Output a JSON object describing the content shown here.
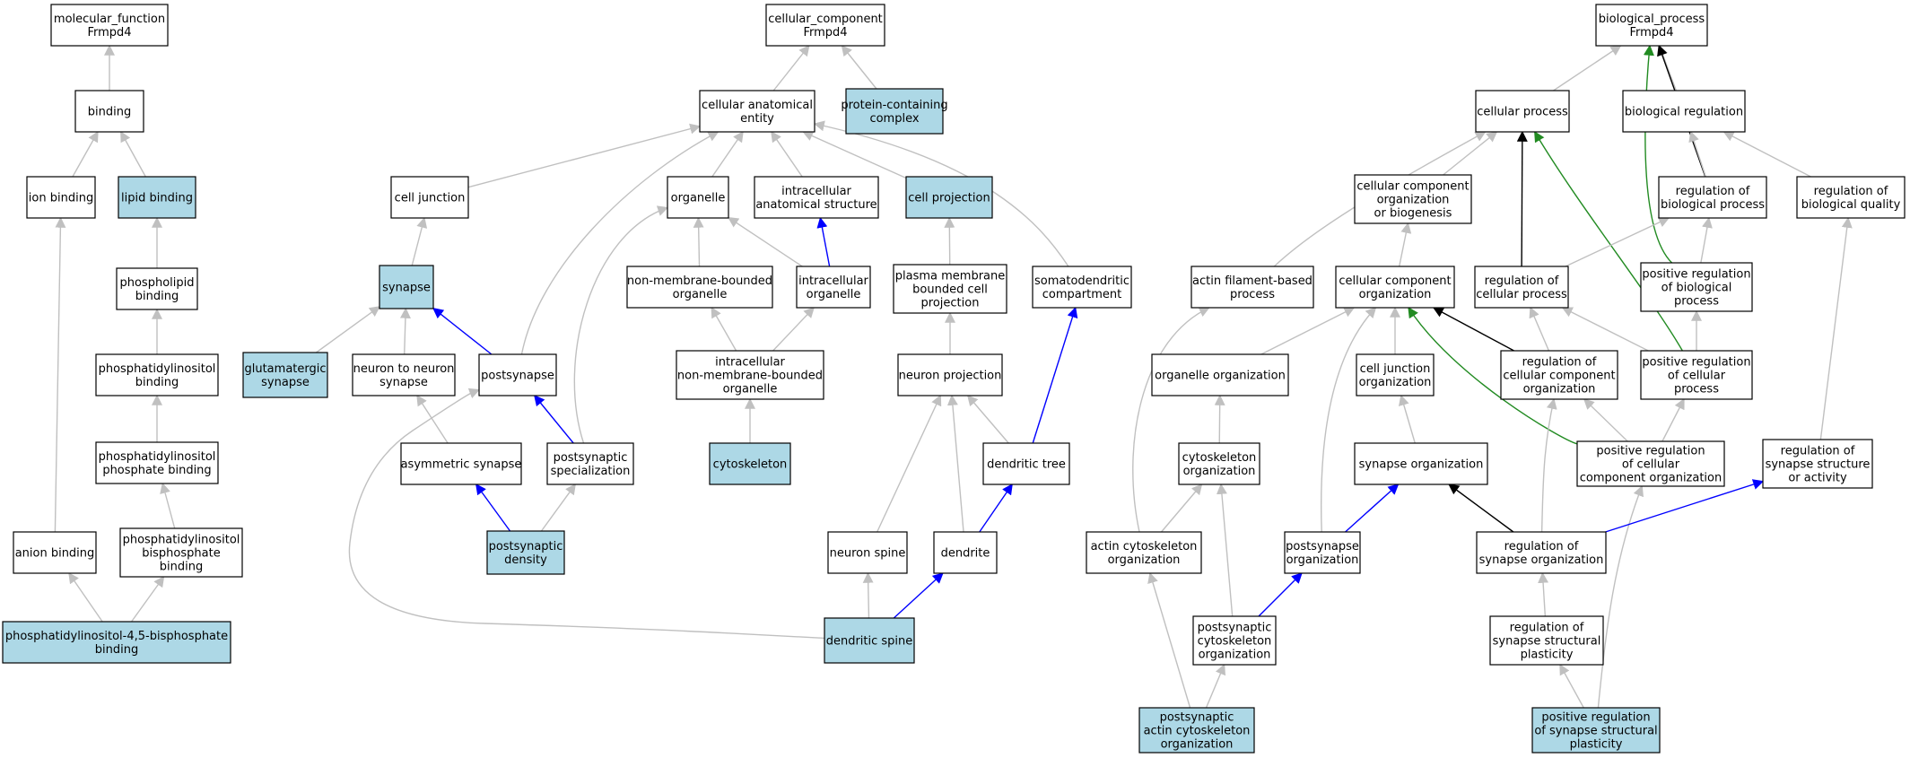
{
  "colors": {
    "highlight": "#add8e6",
    "plain": "#ffffff",
    "is_a": "#c0c0c0",
    "part_of": "#0000ff",
    "regulates": "#000000",
    "positively_regulates": "#228b22"
  },
  "nodes": [
    {
      "id": "mf",
      "lines": [
        "molecular_function",
        "Frmpd4"
      ],
      "hl": false
    },
    {
      "id": "binding",
      "lines": [
        "binding"
      ],
      "hl": false
    },
    {
      "id": "ion_binding",
      "lines": [
        "ion binding"
      ],
      "hl": false
    },
    {
      "id": "lipid_binding",
      "lines": [
        "lipid binding"
      ],
      "hl": true
    },
    {
      "id": "phospholipid_binding",
      "lines": [
        "phospholipid",
        "binding"
      ],
      "hl": false
    },
    {
      "id": "pi_binding",
      "lines": [
        "phosphatidylinositol",
        "binding"
      ],
      "hl": false
    },
    {
      "id": "pip_binding",
      "lines": [
        "phosphatidylinositol",
        "phosphate binding"
      ],
      "hl": false
    },
    {
      "id": "pibp_binding",
      "lines": [
        "phosphatidylinositol",
        "bisphosphate",
        "binding"
      ],
      "hl": false
    },
    {
      "id": "anion_binding",
      "lines": [
        "anion binding"
      ],
      "hl": false
    },
    {
      "id": "pi45bp_binding",
      "lines": [
        "phosphatidylinositol-4,5-bisphosphate",
        "binding"
      ],
      "hl": true
    },
    {
      "id": "cc",
      "lines": [
        "cellular_component",
        "Frmpd4"
      ],
      "hl": false
    },
    {
      "id": "cae",
      "lines": [
        "cellular anatomical",
        "entity"
      ],
      "hl": false
    },
    {
      "id": "pcc",
      "lines": [
        "protein-containing",
        "complex"
      ],
      "hl": true
    },
    {
      "id": "cell_junction",
      "lines": [
        "cell junction"
      ],
      "hl": false
    },
    {
      "id": "organelle",
      "lines": [
        "organelle"
      ],
      "hl": false
    },
    {
      "id": "ias",
      "lines": [
        "intracellular",
        "anatomical structure"
      ],
      "hl": false
    },
    {
      "id": "cell_projection",
      "lines": [
        "cell projection"
      ],
      "hl": true
    },
    {
      "id": "synapse",
      "lines": [
        "synapse"
      ],
      "hl": true
    },
    {
      "id": "nmbo",
      "lines": [
        "non-membrane-bounded",
        "organelle"
      ],
      "hl": false
    },
    {
      "id": "intra_org",
      "lines": [
        "intracellular",
        "organelle"
      ],
      "hl": false
    },
    {
      "id": "pmbcp",
      "lines": [
        "plasma membrane",
        "bounded cell",
        "projection"
      ],
      "hl": false
    },
    {
      "id": "somato",
      "lines": [
        "somatodendritic",
        "compartment"
      ],
      "hl": false
    },
    {
      "id": "glut_syn",
      "lines": [
        "glutamatergic",
        "synapse"
      ],
      "hl": true
    },
    {
      "id": "n2n_syn",
      "lines": [
        "neuron to neuron",
        "synapse"
      ],
      "hl": false
    },
    {
      "id": "postsynapse",
      "lines": [
        "postsynapse"
      ],
      "hl": false
    },
    {
      "id": "inmbo",
      "lines": [
        "intracellular",
        "non-membrane-bounded",
        "organelle"
      ],
      "hl": false
    },
    {
      "id": "neuron_proj",
      "lines": [
        "neuron projection"
      ],
      "hl": false
    },
    {
      "id": "asym_syn",
      "lines": [
        "asymmetric synapse"
      ],
      "hl": false
    },
    {
      "id": "ps_spec",
      "lines": [
        "postsynaptic",
        "specialization"
      ],
      "hl": false
    },
    {
      "id": "cytoskeleton",
      "lines": [
        "cytoskeleton"
      ],
      "hl": true
    },
    {
      "id": "dend_tree",
      "lines": [
        "dendritic tree"
      ],
      "hl": false
    },
    {
      "id": "psd",
      "lines": [
        "postsynaptic",
        "density"
      ],
      "hl": true
    },
    {
      "id": "neuron_spine",
      "lines": [
        "neuron spine"
      ],
      "hl": false
    },
    {
      "id": "dendrite",
      "lines": [
        "dendrite"
      ],
      "hl": false
    },
    {
      "id": "dend_spine",
      "lines": [
        "dendritic spine"
      ],
      "hl": true
    },
    {
      "id": "bp",
      "lines": [
        "biological_process",
        "Frmpd4"
      ],
      "hl": false
    },
    {
      "id": "cell_proc",
      "lines": [
        "cellular process"
      ],
      "hl": false
    },
    {
      "id": "bio_reg",
      "lines": [
        "biological regulation"
      ],
      "hl": false
    },
    {
      "id": "ccob",
      "lines": [
        "cellular component",
        "organization",
        "or biogenesis"
      ],
      "hl": false
    },
    {
      "id": "reg_bp",
      "lines": [
        "regulation of",
        "biological process"
      ],
      "hl": false
    },
    {
      "id": "reg_bq",
      "lines": [
        "regulation of",
        "biological quality"
      ],
      "hl": false
    },
    {
      "id": "afbp",
      "lines": [
        "actin filament-based",
        "process"
      ],
      "hl": false
    },
    {
      "id": "cco",
      "lines": [
        "cellular component",
        "organization"
      ],
      "hl": false
    },
    {
      "id": "reg_cp",
      "lines": [
        "regulation of",
        "cellular process"
      ],
      "hl": false
    },
    {
      "id": "pos_reg_bp",
      "lines": [
        "positive regulation",
        "of biological",
        "process"
      ],
      "hl": false
    },
    {
      "id": "org_org",
      "lines": [
        "organelle organization"
      ],
      "hl": false
    },
    {
      "id": "cj_org",
      "lines": [
        "cell junction",
        "organization"
      ],
      "hl": false
    },
    {
      "id": "reg_cco",
      "lines": [
        "regulation of",
        "cellular component",
        "organization"
      ],
      "hl": false
    },
    {
      "id": "pos_reg_cp",
      "lines": [
        "positive regulation",
        "of cellular",
        "process"
      ],
      "hl": false
    },
    {
      "id": "cs_org",
      "lines": [
        "cytoskeleton",
        "organization"
      ],
      "hl": false
    },
    {
      "id": "syn_org",
      "lines": [
        "synapse organization"
      ],
      "hl": false
    },
    {
      "id": "pos_reg_cco",
      "lines": [
        "positive regulation",
        "of cellular",
        "component organization"
      ],
      "hl": false
    },
    {
      "id": "reg_ssa",
      "lines": [
        "regulation of",
        "synapse structure",
        "or activity"
      ],
      "hl": false
    },
    {
      "id": "acs_org",
      "lines": [
        "actin cytoskeleton",
        "organization"
      ],
      "hl": false
    },
    {
      "id": "ps_org",
      "lines": [
        "postsynapse",
        "organization"
      ],
      "hl": false
    },
    {
      "id": "reg_so",
      "lines": [
        "regulation of",
        "synapse organization"
      ],
      "hl": false
    },
    {
      "id": "pscs_org",
      "lines": [
        "postsynaptic",
        "cytoskeleton",
        "organization"
      ],
      "hl": false
    },
    {
      "id": "reg_ssp",
      "lines": [
        "regulation of",
        "synapse structural",
        "plasticity"
      ],
      "hl": false
    },
    {
      "id": "psacs_org",
      "lines": [
        "postsynaptic",
        "actin cytoskeleton",
        "organization"
      ],
      "hl": true
    },
    {
      "id": "pos_reg_ssp",
      "lines": [
        "positive regulation",
        "of synapse structural",
        "plasticity"
      ],
      "hl": true
    }
  ],
  "edges": [
    {
      "from": "binding",
      "to": "mf",
      "rel": "is_a"
    },
    {
      "from": "ion_binding",
      "to": "binding",
      "rel": "is_a"
    },
    {
      "from": "lipid_binding",
      "to": "binding",
      "rel": "is_a"
    },
    {
      "from": "phospholipid_binding",
      "to": "lipid_binding",
      "rel": "is_a"
    },
    {
      "from": "pi_binding",
      "to": "phospholipid_binding",
      "rel": "is_a"
    },
    {
      "from": "pip_binding",
      "to": "pi_binding",
      "rel": "is_a"
    },
    {
      "from": "pibp_binding",
      "to": "pip_binding",
      "rel": "is_a"
    },
    {
      "from": "anion_binding",
      "to": "ion_binding",
      "rel": "is_a"
    },
    {
      "from": "pi45bp_binding",
      "to": "anion_binding",
      "rel": "is_a"
    },
    {
      "from": "pi45bp_binding",
      "to": "pibp_binding",
      "rel": "is_a"
    },
    {
      "from": "cae",
      "to": "cc",
      "rel": "is_a"
    },
    {
      "from": "pcc",
      "to": "cc",
      "rel": "is_a"
    },
    {
      "from": "cell_junction",
      "to": "cae",
      "rel": "is_a"
    },
    {
      "from": "organelle",
      "to": "cae",
      "rel": "is_a"
    },
    {
      "from": "ias",
      "to": "cae",
      "rel": "is_a"
    },
    {
      "from": "cell_projection",
      "to": "cae",
      "rel": "is_a"
    },
    {
      "from": "somato",
      "to": "cae",
      "rel": "is_a"
    },
    {
      "from": "postsynapse",
      "to": "cae",
      "rel": "is_a"
    },
    {
      "from": "synapse",
      "to": "cell_junction",
      "rel": "is_a"
    },
    {
      "from": "nmbo",
      "to": "organelle",
      "rel": "is_a"
    },
    {
      "from": "intra_org",
      "to": "organelle",
      "rel": "is_a"
    },
    {
      "from": "ps_spec",
      "to": "organelle",
      "rel": "is_a"
    },
    {
      "from": "intra_org",
      "to": "ias",
      "rel": "part_of"
    },
    {
      "from": "pmbcp",
      "to": "cell_projection",
      "rel": "is_a"
    },
    {
      "from": "glut_syn",
      "to": "synapse",
      "rel": "is_a"
    },
    {
      "from": "n2n_syn",
      "to": "synapse",
      "rel": "is_a"
    },
    {
      "from": "postsynapse",
      "to": "synapse",
      "rel": "part_of"
    },
    {
      "from": "inmbo",
      "to": "nmbo",
      "rel": "is_a"
    },
    {
      "from": "inmbo",
      "to": "intra_org",
      "rel": "is_a"
    },
    {
      "from": "neuron_proj",
      "to": "pmbcp",
      "rel": "is_a"
    },
    {
      "from": "asym_syn",
      "to": "n2n_syn",
      "rel": "is_a"
    },
    {
      "from": "ps_spec",
      "to": "postsynapse",
      "rel": "part_of"
    },
    {
      "from": "cytoskeleton",
      "to": "inmbo",
      "rel": "is_a"
    },
    {
      "from": "dend_tree",
      "to": "somato",
      "rel": "part_of"
    },
    {
      "from": "dend_tree",
      "to": "neuron_proj",
      "rel": "is_a"
    },
    {
      "from": "psd",
      "to": "asym_syn",
      "rel": "part_of"
    },
    {
      "from": "psd",
      "to": "ps_spec",
      "rel": "is_a"
    },
    {
      "from": "neuron_spine",
      "to": "neuron_proj",
      "rel": "is_a"
    },
    {
      "from": "dendrite",
      "to": "neuron_proj",
      "rel": "is_a"
    },
    {
      "from": "dendrite",
      "to": "dend_tree",
      "rel": "part_of"
    },
    {
      "from": "dend_spine",
      "to": "neuron_spine",
      "rel": "is_a"
    },
    {
      "from": "dend_spine",
      "to": "dendrite",
      "rel": "part_of"
    },
    {
      "from": "dend_spine",
      "to": "postsynapse",
      "rel": "is_a"
    },
    {
      "from": "cell_proc",
      "to": "bp",
      "rel": "is_a"
    },
    {
      "from": "bio_reg",
      "to": "bp",
      "rel": "is_a"
    },
    {
      "from": "reg_bp",
      "to": "bp",
      "rel": "regulates"
    },
    {
      "from": "pos_reg_bp",
      "to": "bp",
      "rel": "positively_regulates"
    },
    {
      "from": "ccob",
      "to": "cell_proc",
      "rel": "is_a"
    },
    {
      "from": "afbp",
      "to": "cell_proc",
      "rel": "is_a"
    },
    {
      "from": "reg_cp",
      "to": "cell_proc",
      "rel": "regulates"
    },
    {
      "from": "pos_reg_cp",
      "to": "cell_proc",
      "rel": "positively_regulates"
    },
    {
      "from": "reg_bp",
      "to": "bio_reg",
      "rel": "is_a"
    },
    {
      "from": "reg_bq",
      "to": "bio_reg",
      "rel": "is_a"
    },
    {
      "from": "cco",
      "to": "ccob",
      "rel": "is_a"
    },
    {
      "from": "reg_cp",
      "to": "reg_bp",
      "rel": "is_a"
    },
    {
      "from": "pos_reg_bp",
      "to": "reg_bp",
      "rel": "is_a"
    },
    {
      "from": "reg_ssa",
      "to": "reg_bq",
      "rel": "is_a"
    },
    {
      "from": "acs_org",
      "to": "afbp",
      "rel": "is_a"
    },
    {
      "from": "org_org",
      "to": "cco",
      "rel": "is_a"
    },
    {
      "from": "cj_org",
      "to": "cco",
      "rel": "is_a"
    },
    {
      "from": "ps_org",
      "to": "cco",
      "rel": "is_a"
    },
    {
      "from": "reg_cco",
      "to": "cco",
      "rel": "regulates"
    },
    {
      "from": "pos_reg_cco",
      "to": "cco",
      "rel": "positively_regulates"
    },
    {
      "from": "reg_cco",
      "to": "reg_cp",
      "rel": "is_a"
    },
    {
      "from": "pos_reg_cp",
      "to": "reg_cp",
      "rel": "is_a"
    },
    {
      "from": "pos_reg_cp",
      "to": "pos_reg_bp",
      "rel": "is_a"
    },
    {
      "from": "cs_org",
      "to": "org_org",
      "rel": "is_a"
    },
    {
      "from": "syn_org",
      "to": "cj_org",
      "rel": "is_a"
    },
    {
      "from": "pos_reg_cco",
      "to": "reg_cco",
      "rel": "is_a"
    },
    {
      "from": "reg_so",
      "to": "reg_cco",
      "rel": "is_a"
    },
    {
      "from": "pos_reg_cco",
      "to": "pos_reg_cp",
      "rel": "is_a"
    },
    {
      "from": "acs_org",
      "to": "cs_org",
      "rel": "is_a"
    },
    {
      "from": "pscs_org",
      "to": "cs_org",
      "rel": "is_a"
    },
    {
      "from": "ps_org",
      "to": "syn_org",
      "rel": "part_of"
    },
    {
      "from": "reg_so",
      "to": "syn_org",
      "rel": "regulates"
    },
    {
      "from": "pos_reg_ssp",
      "to": "pos_reg_cco",
      "rel": "is_a"
    },
    {
      "from": "reg_so",
      "to": "reg_ssa",
      "rel": "part_of"
    },
    {
      "from": "psacs_org",
      "to": "acs_org",
      "rel": "is_a"
    },
    {
      "from": "pscs_org",
      "to": "ps_org",
      "rel": "part_of"
    },
    {
      "from": "reg_ssp",
      "to": "reg_so",
      "rel": "is_a"
    },
    {
      "from": "psacs_org",
      "to": "pscs_org",
      "rel": "is_a"
    },
    {
      "from": "pos_reg_ssp",
      "to": "reg_ssp",
      "rel": "is_a"
    }
  ]
}
